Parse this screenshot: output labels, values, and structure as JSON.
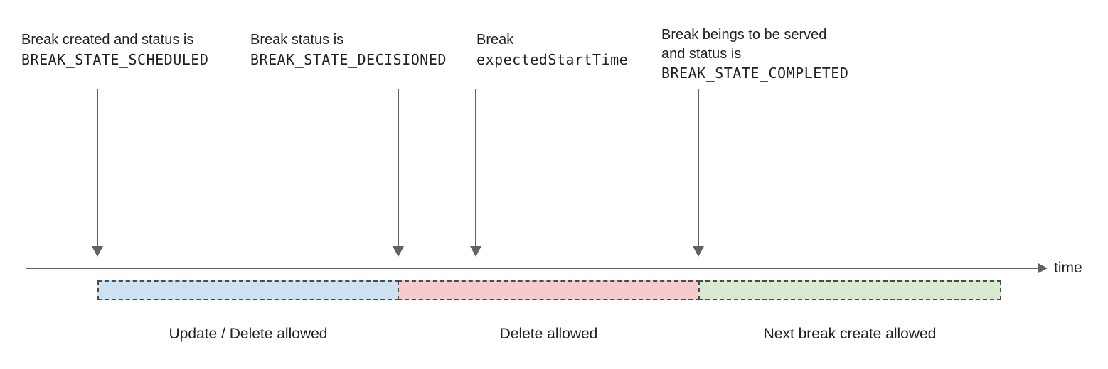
{
  "annotations": [
    {
      "line1": "Break created and status is",
      "code": "BREAK_STATE_SCHEDULED"
    },
    {
      "line1": "Break status is",
      "code": "BREAK_STATE_DECISIONED"
    },
    {
      "line1": "Break",
      "code": "expectedStartTime"
    },
    {
      "line1": "Break beings to be served",
      "line2": "and status is",
      "code": "BREAK_STATE_COMPLETED"
    }
  ],
  "timeline": {
    "label": "time"
  },
  "segments": [
    {
      "label": "Update / Delete allowed",
      "fill": "#cfe2f3"
    },
    {
      "label": "Delete allowed",
      "fill": "#f4cccc"
    },
    {
      "label": "Next break create allowed",
      "fill": "#d9ead3"
    }
  ],
  "colors": {
    "text": "#202124",
    "arrow": "#5f6368",
    "segment_border": "#4a4a4a"
  }
}
